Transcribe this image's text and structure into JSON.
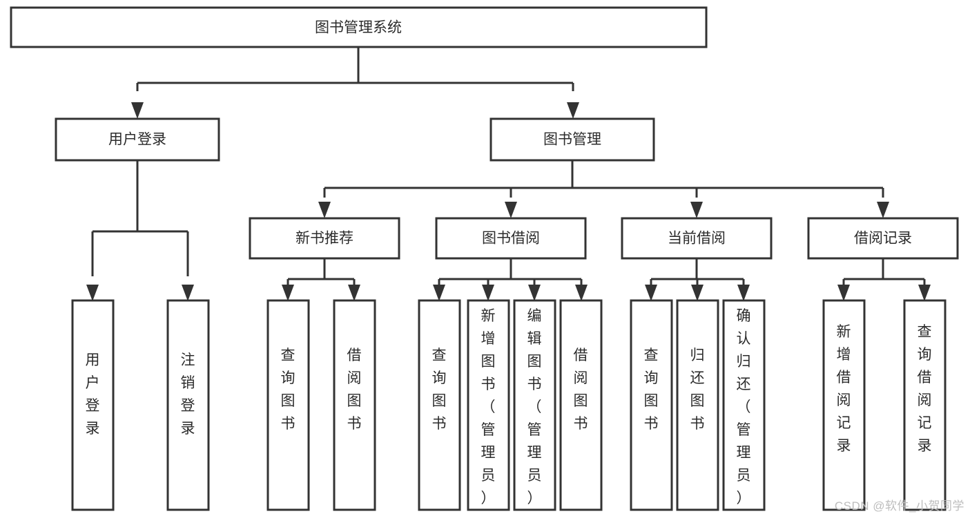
{
  "diagram": {
    "title": "图书管理系统",
    "type": "tree-hierarchy-diagram",
    "colors": {
      "box_stroke": "#333333",
      "box_fill": "#ffffff",
      "text": "#2b2b2b",
      "background": "#ffffff",
      "watermark": "#bdbdbd"
    },
    "root": {
      "label": "图书管理系统"
    },
    "level2": [
      {
        "label": "用户登录"
      },
      {
        "label": "图书管理"
      }
    ],
    "level3": [
      {
        "label": "新书推荐"
      },
      {
        "label": "图书借阅"
      },
      {
        "label": "当前借阅"
      },
      {
        "label": "借阅记录"
      }
    ],
    "leaves": {
      "user_login": [
        {
          "label": "用户登录"
        },
        {
          "label": "注销登录"
        }
      ],
      "new_book_recommend": [
        {
          "label": "查询图书"
        },
        {
          "label": "借阅图书"
        }
      ],
      "book_borrow": [
        {
          "label": "查询图书"
        },
        {
          "label": "新增图书（管理员）"
        },
        {
          "label": "编辑图书（管理员）"
        },
        {
          "label": "借阅图书"
        }
      ],
      "current_borrow": [
        {
          "label": "查询图书"
        },
        {
          "label": "归还图书"
        },
        {
          "label": "确认归还（管理员）"
        }
      ],
      "borrow_record": [
        {
          "label": "新增借阅记录"
        },
        {
          "label": "查询借阅记录"
        }
      ]
    }
  },
  "watermark": {
    "text": "CSDN @软件_小贺同学"
  }
}
